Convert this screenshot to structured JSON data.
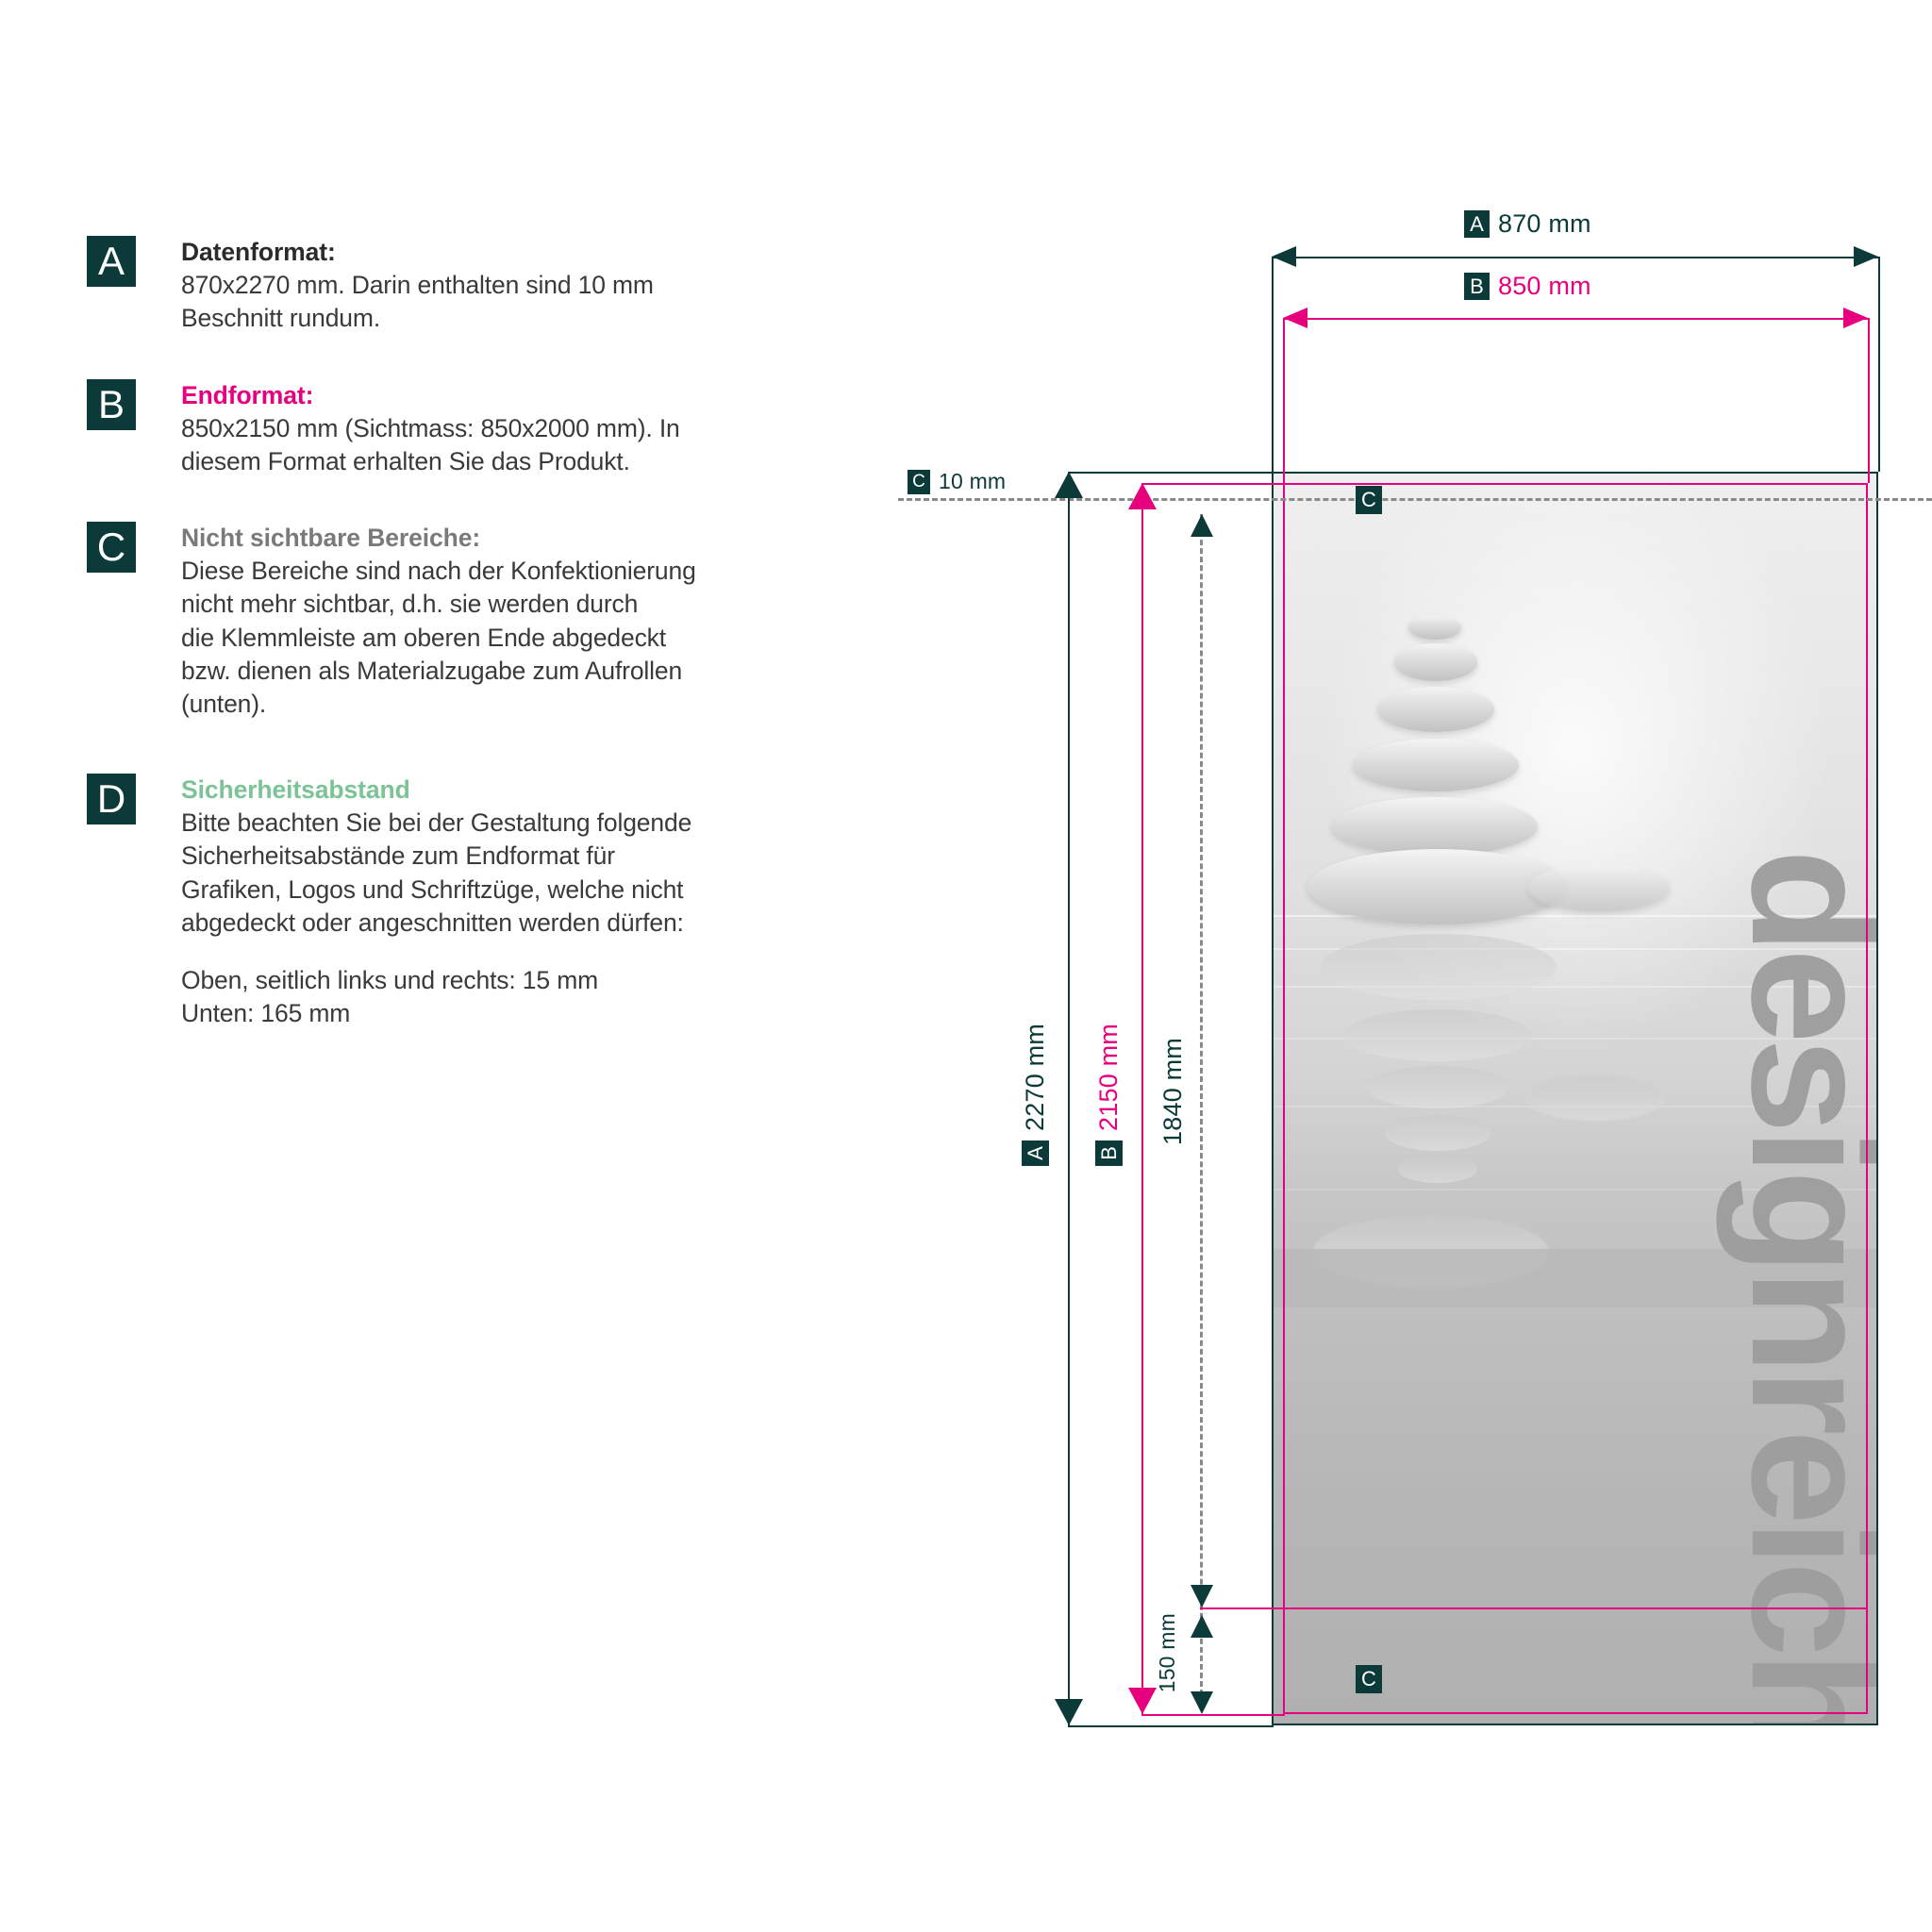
{
  "legend": {
    "items": [
      {
        "badge": "A",
        "title": "Datenformat:",
        "title_color": "#2b2b2b",
        "lines": [
          "870x2270 mm. Darin enthalten sind 10 mm",
          "Beschnitt rundum."
        ]
      },
      {
        "badge": "B",
        "title": "Endformat:",
        "title_color": "#e6007e",
        "lines": [
          "850x2150 mm (Sichtmass: 850x2000 mm). In",
          "diesem Format erhalten Sie das Produkt."
        ]
      },
      {
        "badge": "C",
        "title": "Nicht sichtbare Bereiche:",
        "title_color": "#7a7a7a",
        "lines": [
          "Diese Bereiche sind nach der Konfektionierung",
          "nicht mehr sichtbar, d.h. sie werden durch",
          "die Klemmleiste am oberen Ende abgedeckt",
          "bzw. dienen als Materialzugabe zum Aufrollen",
          "(unten)."
        ]
      },
      {
        "badge": "D",
        "title": "Sicherheitsabstand",
        "title_color": "#7cc398",
        "lines": [
          "Bitte beachten Sie bei der Gestaltung folgende",
          "Sicherheitsabstände zum Endformat für",
          "Grafiken, Logos und Schriftzüge, welche nicht",
          "abgedeckt oder angeschnitten werden dürfen:",
          "",
          "Oben, seitlich links und rechts: 15 mm",
          "Unten: 165 mm"
        ]
      }
    ]
  },
  "diagram": {
    "top_width_a": {
      "badge": "A",
      "value": "870 mm"
    },
    "top_width_b": {
      "badge": "B",
      "value": "850 mm"
    },
    "bleed_top": {
      "badge": "C",
      "value": "10 mm"
    },
    "height_a": {
      "badge": "A",
      "value": "2270 mm"
    },
    "height_b": {
      "badge": "B",
      "value": "2150 mm"
    },
    "visible_height": {
      "value": "1840 mm"
    },
    "bottom_allowance": {
      "value": "150 mm"
    },
    "marker_top": "C",
    "marker_bottom": "C",
    "watermark": "designreich",
    "colors": {
      "data_format": "#0b3a38",
      "end_format": "#e6007e",
      "hidden_area": "#7a7a7a",
      "safety_margin": "#7cc398"
    }
  }
}
